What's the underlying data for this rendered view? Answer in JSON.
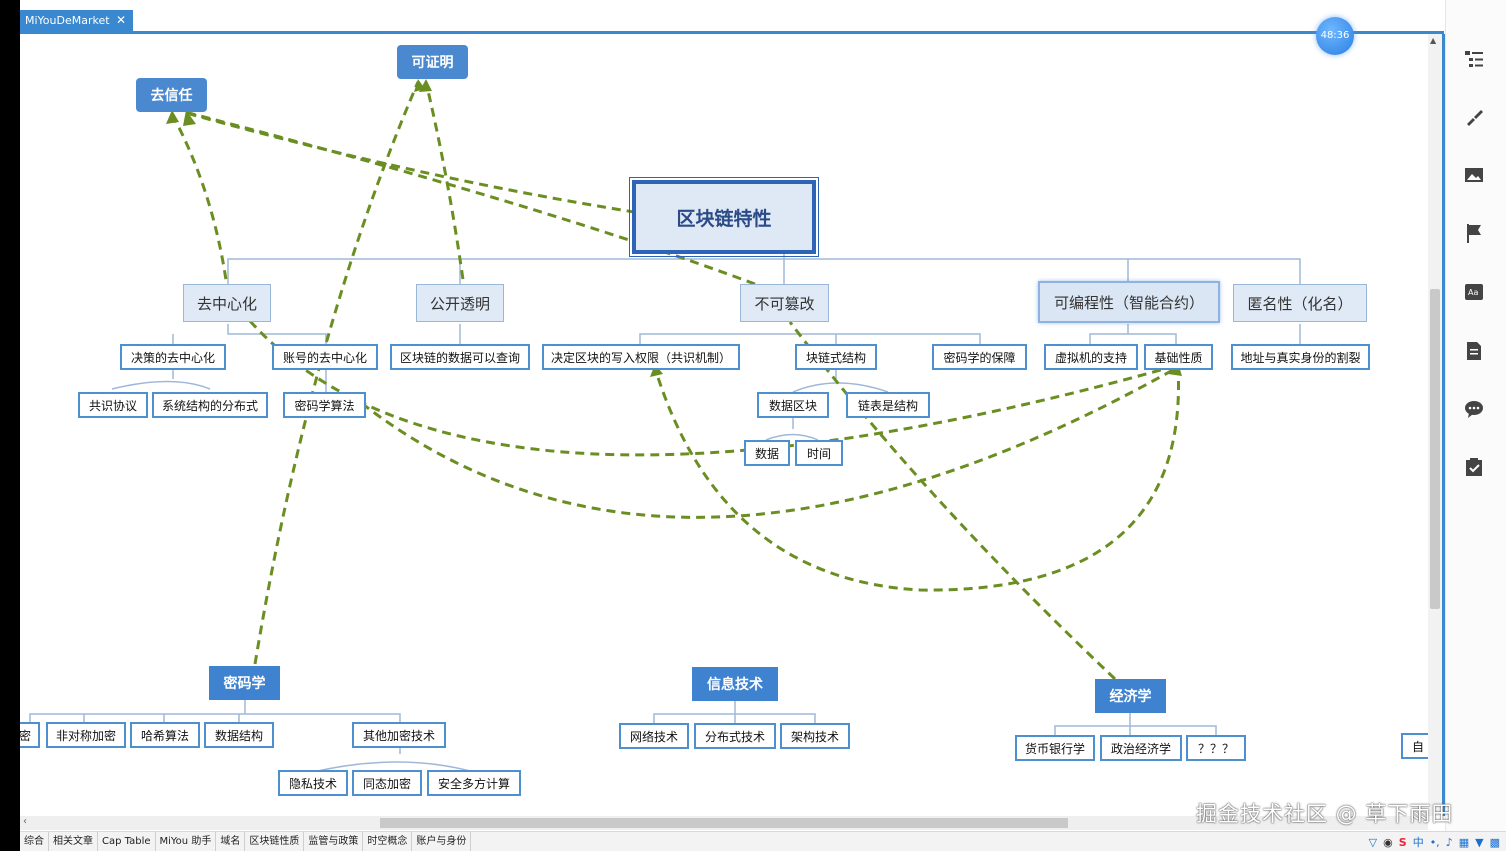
{
  "window": {
    "tab_title": "MiYouDeMarket",
    "close_glyph": "✕",
    "timer": "48:36"
  },
  "mindmap": {
    "root": "区块链特性",
    "features": {
      "decentralization": "去中心化",
      "transparency": "公开透明",
      "immutability": "不可篡改",
      "programmability": "可编程性（智能合约）",
      "anonymity": "匿名性（化名）"
    },
    "sub": {
      "decision_decentral": "决策的去中心化",
      "ledger_decentral": "账号的去中心化",
      "consensus": "共识协议",
      "distributed_arch": "系统结构的分布式",
      "crypto_algo": "密码学算法",
      "data_query": "区块链的数据可以查询",
      "write_permission": "决定区块的写入权限（共识机制）",
      "chain_struct": "块链式结构",
      "crypto_guarantee": "密码学的保障",
      "data_block": "数据区块",
      "linked_list": "链表是结构",
      "data": "数据",
      "time": "时间",
      "vm_support": "虚拟机的支持",
      "basic_nature": "基础性质",
      "address_identity": "地址与真实身份的割裂"
    },
    "goals": {
      "trustless": "去信任",
      "provable": "可证明"
    },
    "disciplines": {
      "cryptography": {
        "label": "密码学",
        "items": [
          "密",
          "非对称加密",
          "哈希算法",
          "数据结构",
          "其他加密技术"
        ],
        "sub": [
          "隐私技术",
          "同态加密",
          "安全多方计算"
        ]
      },
      "information_tech": {
        "label": "信息技术",
        "items": [
          "网络技术",
          "分布式技术",
          "架构技术"
        ]
      },
      "economics": {
        "label": "经济学",
        "items": [
          "货币银行学",
          "政治经济学",
          "？？？"
        ]
      },
      "edge_item": "自"
    },
    "link_color": "#6b8e23"
  },
  "sheets": [
    "综合",
    "相关文章",
    "Cap Table",
    "MiYou 助手",
    "域名",
    "区块链性质",
    "监管与政策",
    "时空概念",
    "账户与身份"
  ],
  "tray": {
    "ime_lang": "中",
    "punct": "•,"
  },
  "watermark": "掘金技术社区 @ 草下雨田",
  "sidebar_icons": [
    "outline-icon",
    "brush-icon",
    "image-icon",
    "flag-icon",
    "text-style-icon",
    "note-icon",
    "comment-icon",
    "task-icon"
  ]
}
